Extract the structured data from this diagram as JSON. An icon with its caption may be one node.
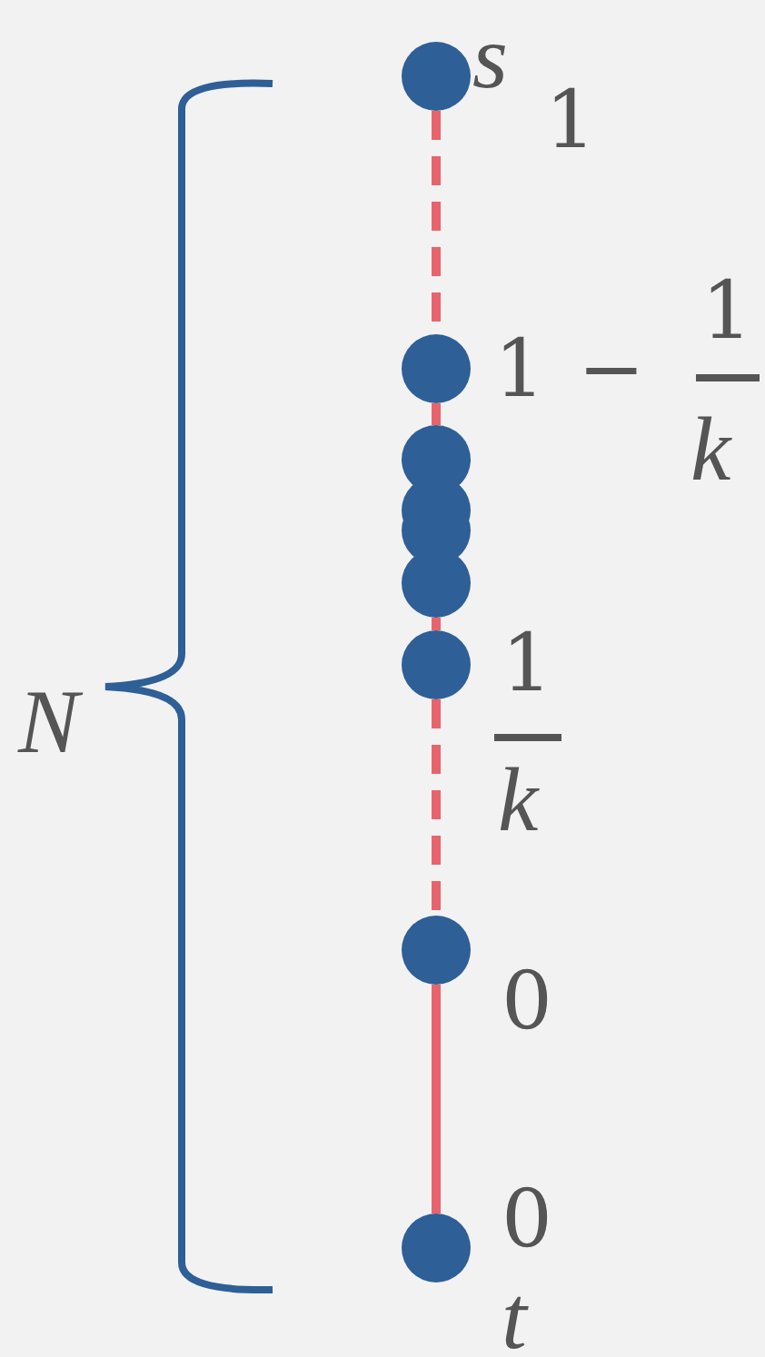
{
  "diagram": {
    "nodes": [
      {
        "text": [],
        "shape": "circle",
        "beside": [
          "s",
          "1"
        ]
      },
      {
        "text": [],
        "shape": "circle",
        "beside": [
          "1",
          "−",
          "1",
          "k"
        ]
      },
      {
        "text": [],
        "shape": "circle"
      },
      {
        "text": [],
        "shape": "circle"
      },
      {
        "text": [],
        "shape": "circle"
      },
      {
        "text": [],
        "shape": "circle"
      },
      {
        "text": [],
        "shape": "circle",
        "beside": [
          "1",
          "k"
        ]
      },
      {
        "text": [],
        "shape": "circle",
        "beside": [
          "0"
        ]
      },
      {
        "text": [],
        "shape": "circle",
        "beside": [
          "0",
          "t"
        ]
      }
    ],
    "edges": [
      {
        "from": 0,
        "to": 1,
        "arrow": "none",
        "style": "dashed"
      },
      {
        "from": 1,
        "to": 2,
        "arrow": "none"
      },
      {
        "from": 5,
        "to": 6,
        "arrow": "none"
      },
      {
        "from": 6,
        "to": 7,
        "arrow": "none",
        "style": "dashed"
      },
      {
        "from": 7,
        "to": 8,
        "arrow": "none"
      }
    ],
    "labels": [
      "N"
    ]
  }
}
